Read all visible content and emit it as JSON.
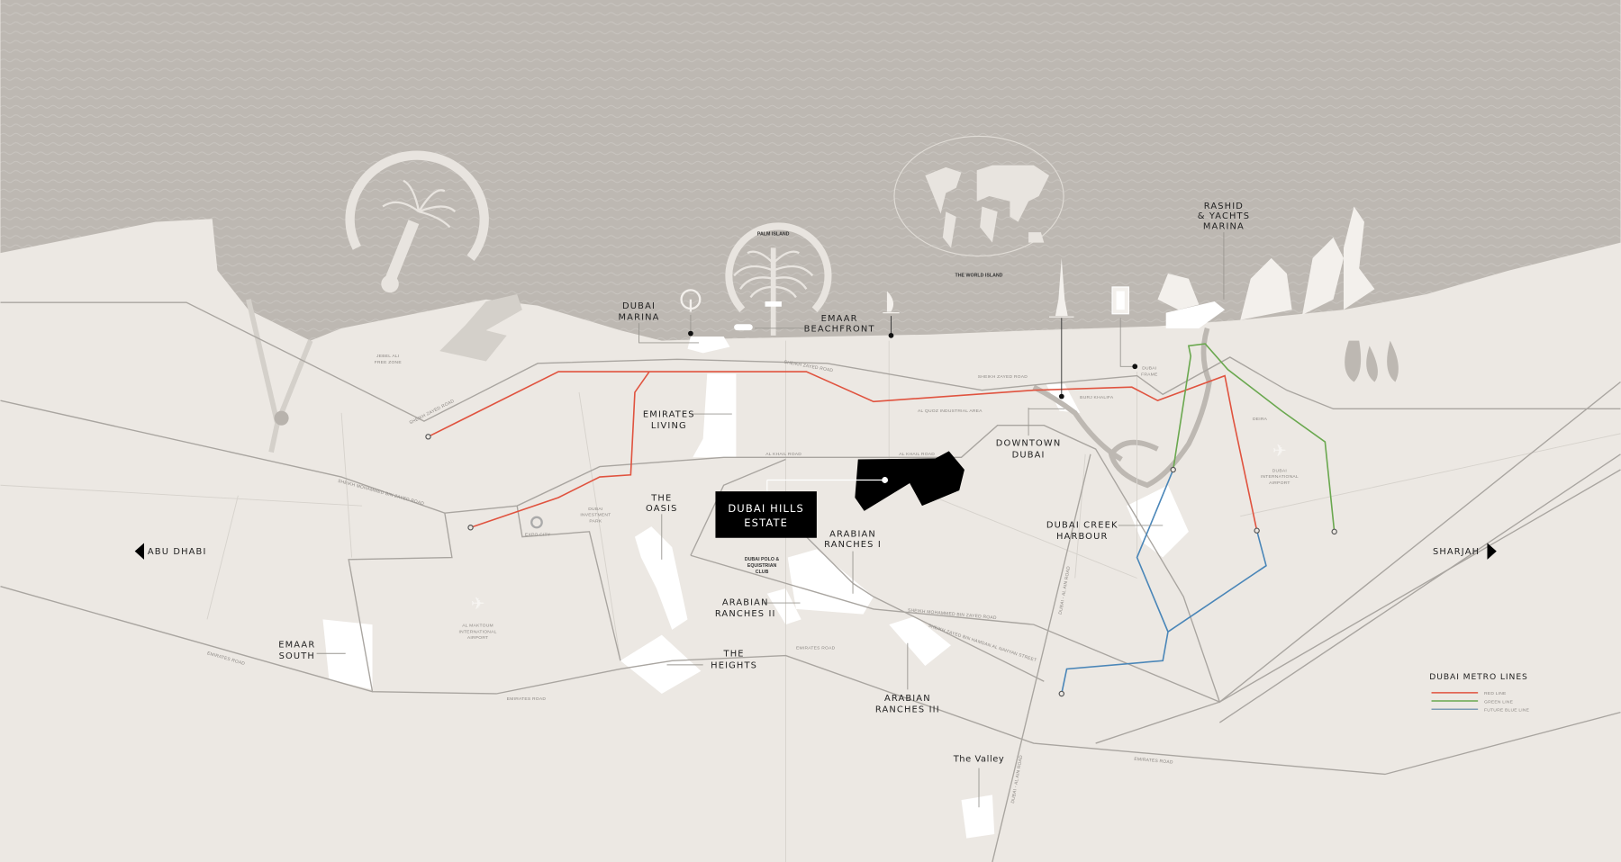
{
  "colors": {
    "sea": "#bdb8b2",
    "land": "#ece8e3",
    "red_line": "#e0533f",
    "green_line": "#6aa84f",
    "blue_line": "#4a86b8",
    "highlight": "#000000"
  },
  "highlight": {
    "label_line1": "DUBAI HILLS",
    "label_line2": "ESTATE"
  },
  "places": {
    "dubai_marina": [
      "DUBAI",
      "MARINA"
    ],
    "emaar_beachfront": [
      "EMAAR",
      "BEACHFRONT"
    ],
    "rashid": [
      "RASHID",
      "& YACHTS",
      "MARINA"
    ],
    "emirates_living": [
      "EMIRATES",
      "LIVING"
    ],
    "downtown": [
      "DOWNTOWN",
      "DUBAI"
    ],
    "oasis": [
      "THE",
      "OASIS"
    ],
    "ranches1": [
      "ARABIAN",
      "RANCHES I"
    ],
    "creek": [
      "DUBAI CREEK",
      "HARBOUR"
    ],
    "ranches2": [
      "ARABIAN",
      "RANCHES II"
    ],
    "emaar_south": [
      "EMAAR",
      "SOUTH"
    ],
    "heights": [
      "THE",
      "HEIGHTS"
    ],
    "ranches3": [
      "ARABIAN",
      "RANCHES III"
    ],
    "valley": "The Valley"
  },
  "directions": {
    "west": "ABU DHABI",
    "east": "SHARJAH"
  },
  "small_labels": {
    "palm_island": "PALM ISLAND",
    "world_island": "THE WORLD ISLAND",
    "jebel_ali": [
      "JEBEL ALI",
      "FREE ZONE"
    ],
    "szr1": "SHEIKH ZAYED ROAD",
    "szr2": "SHEIKH ZAYED ROAD",
    "szr3": "SHEIKH ZAYED ROAD",
    "al_quoz": "AL QUOZ INDUSTRIAL AREA",
    "al_khail1": "AL KHAIL ROAD",
    "al_khail2": "AL KHAIL ROAD",
    "burj_khalifa": "BURJ KHALIFA",
    "dubai_frame": [
      "DUBAI",
      "FRAME"
    ],
    "deira": "DEIRA",
    "dxb": [
      "DUBAI",
      "INTERNATIONAL",
      "AIRPORT"
    ],
    "smbz1": "SHEIKH MOHAMMED BIN ZAYED ROAD",
    "smbz2": "SHEIKH MOHAMMED BIN ZAYED ROAD",
    "szbh": "SHEIKH ZAYED BIN HAMDAN AL NAHYAN STREET",
    "dip": [
      "DUBAI",
      "INVESTMENT",
      "PARK"
    ],
    "expo": "EXPO CITY",
    "polo": [
      "DUBAI POLO &",
      "EQUISTRIAN",
      "CLUB"
    ],
    "dwc": [
      "AL MAKTOUM",
      "INTERNATIONAL",
      "AIRPORT"
    ],
    "er1": "EMIRATES ROAD",
    "er2": "EMIRATES ROAD",
    "er3": "EMIRATES ROAD",
    "er4": "EMIRATES ROAD",
    "alain1": "DUBAI - AL AIN ROAD",
    "alain2": "DUBAI - AL AIN ROAD"
  },
  "legend": {
    "title": "DUBAI METRO LINES",
    "items": [
      {
        "label": "RED LINE",
        "color": "#e0533f"
      },
      {
        "label": "GREEN LINE",
        "color": "#6aa84f"
      },
      {
        "label": "FUTURE BLUE LINE",
        "color": "#7f9db5"
      }
    ]
  },
  "icons": [
    "palm-jebel-ali-icon",
    "palm-jumeirah-icon",
    "world-islands-icon",
    "ain-dubai-icon",
    "burj-al-arab-icon",
    "burj-khalifa-icon",
    "dubai-frame-icon",
    "airplane-icon",
    "expo-city-icon",
    "arrow-left-icon",
    "arrow-right-icon"
  ]
}
